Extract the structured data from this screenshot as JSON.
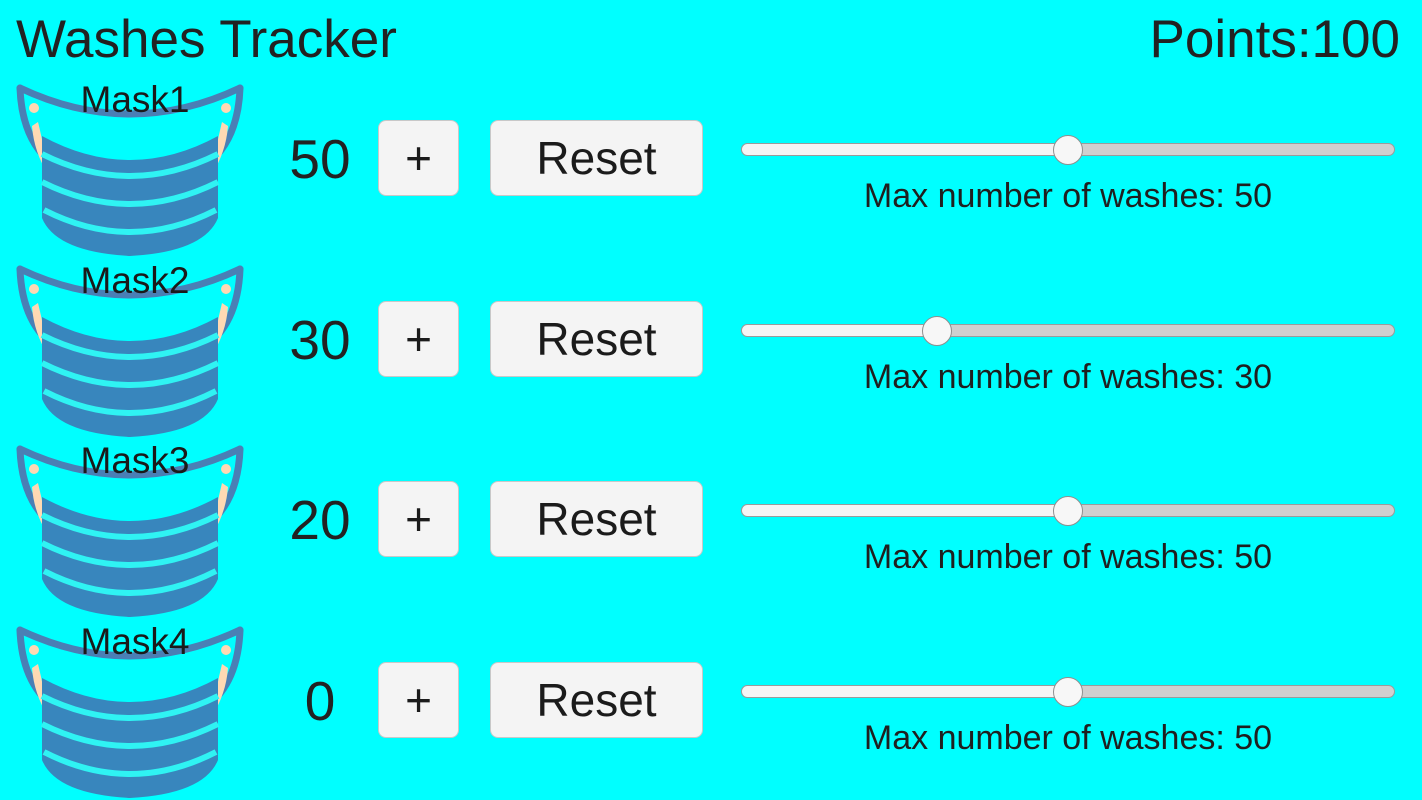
{
  "app": {
    "title": "Washes Tracker",
    "points_label": "Points:100",
    "background_color": "#00ffff",
    "text_color": "#222222",
    "mask_color": "#3886bd",
    "mask_strap_color": "#4a7fb5",
    "mask_ear_color": "#ffd9b3",
    "button_face_color": "#f4f4f4"
  },
  "controls": {
    "increment_label": "+",
    "reset_label": "Reset",
    "slider_min": 0,
    "slider_max": 100
  },
  "rows": [
    {
      "mask_label": "Mask1",
      "count": "50",
      "increment_label": "+",
      "reset_label": "Reset",
      "slider_percent": 50,
      "max_washes": 50,
      "slider_caption": "Max number of washes: 50"
    },
    {
      "mask_label": "Mask2",
      "count": "30",
      "increment_label": "+",
      "reset_label": "Reset",
      "slider_percent": 30,
      "max_washes": 30,
      "slider_caption": "Max number of washes: 30"
    },
    {
      "mask_label": "Mask3",
      "count": "20",
      "increment_label": "+",
      "reset_label": "Reset",
      "slider_percent": 50,
      "max_washes": 50,
      "slider_caption": "Max number of washes: 50"
    },
    {
      "mask_label": "Mask4",
      "count": "0",
      "increment_label": "+",
      "reset_label": "Reset",
      "slider_percent": 50,
      "max_washes": 50,
      "slider_caption": "Max number of washes: 50"
    }
  ]
}
